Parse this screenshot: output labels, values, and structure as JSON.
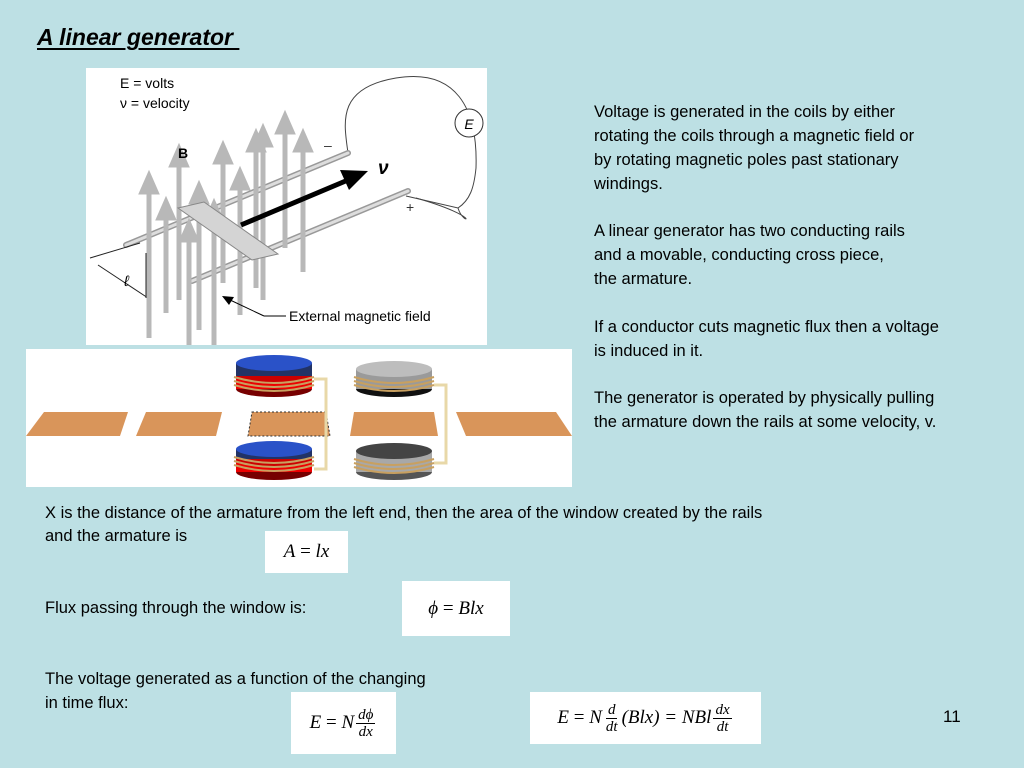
{
  "title": "A linear generator ",
  "figure_top": {
    "legend_e": "E = volts",
    "legend_v": "ν = velocity",
    "b_label": "B",
    "meter_label": "E",
    "minus_sign": "–",
    "plus_sign": "+",
    "velocity_label": "ν",
    "length_label": "ℓ",
    "field_caption": "External magnetic field"
  },
  "paragraphs": [
    [
      "Voltage is generated in the coils by either",
      "rotating the coils through a magnetic field or",
      "by rotating magnetic poles past stationary",
      "windings."
    ],
    [
      "A linear generator has two conducting rails",
      "and a movable, conducting cross piece,",
      "the armature."
    ],
    [
      "If a conductor cuts magnetic flux then a voltage",
      "is induced in it."
    ],
    [
      "The generator is operated by physically pulling",
      "the armature down the rails at some velocity, v."
    ]
  ],
  "area_text": [
    "X is the distance of the armature from the left end, then the area of the window created by the rails",
    "and the armature is"
  ],
  "flux_text": "Flux passing through the window is:",
  "voltage_text": [
    "The voltage generated as a function of the changing",
    "in time flux:"
  ],
  "equations": {
    "area": {
      "lhs": "A",
      "rhs": "lx"
    },
    "flux": {
      "lhs": "ϕ",
      "rhs": "Blx"
    },
    "emf1": {
      "lhs": "E",
      "coef": "N",
      "num": "dϕ",
      "den": "dx"
    },
    "emf2": {
      "lhs": "E",
      "coef": "N",
      "num1": "d",
      "den1": "dt",
      "mid": "(Blx) = NBl",
      "num2": "dx",
      "den2": "dt"
    }
  },
  "page_number": "11"
}
